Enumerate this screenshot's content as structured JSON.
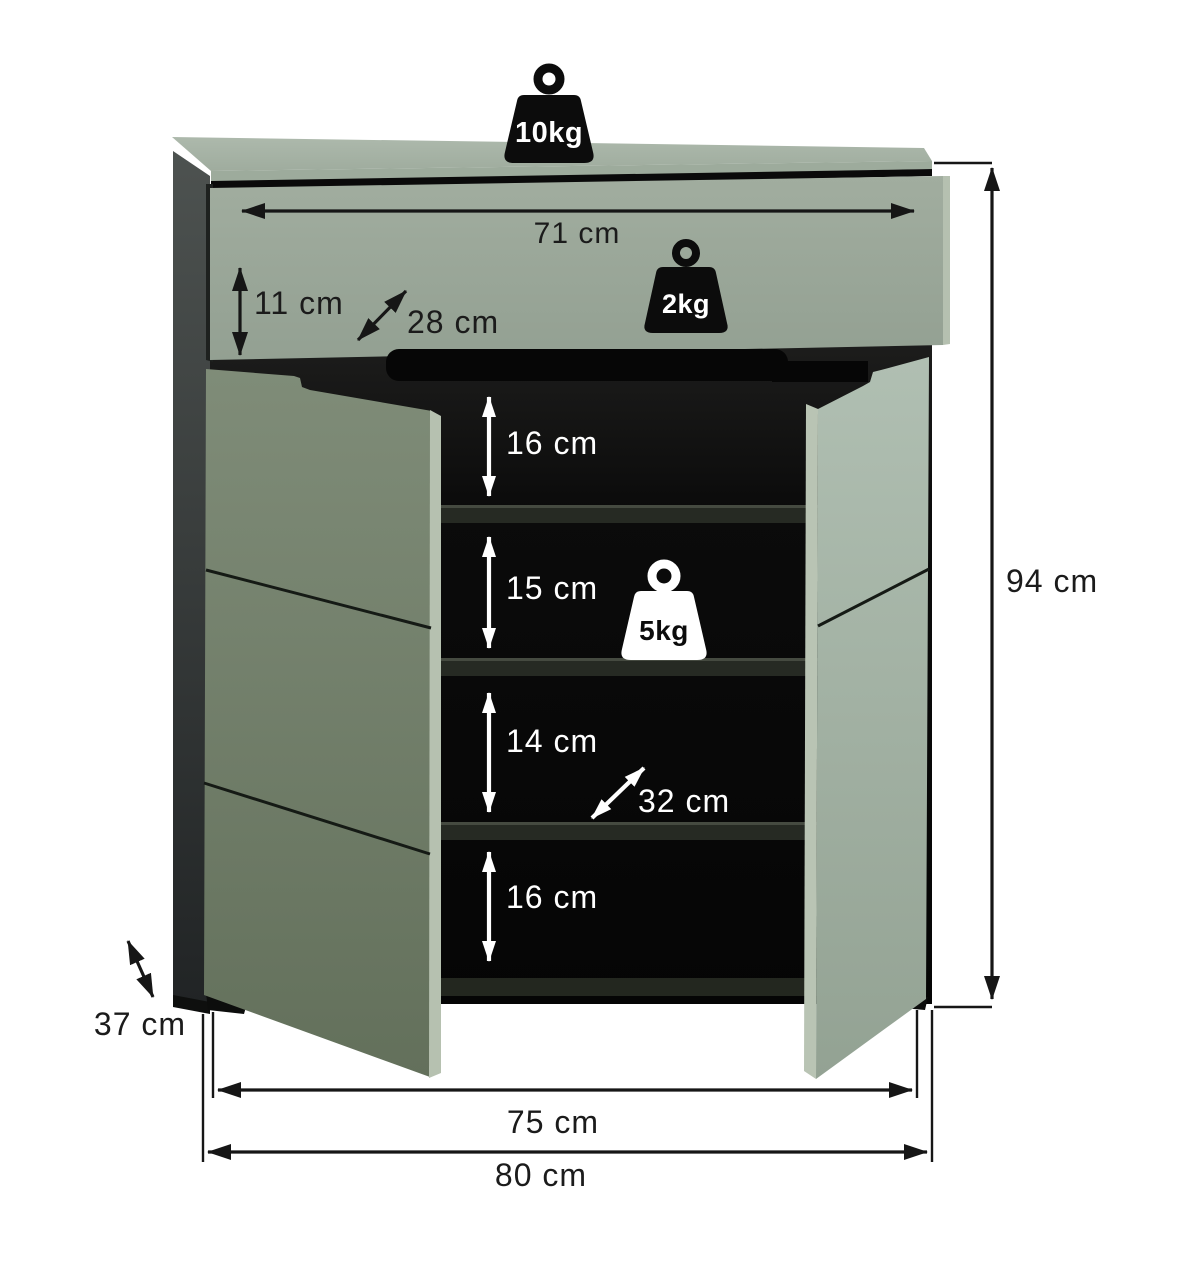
{
  "diagram": {
    "kind": "furniture-dimension-diagram",
    "colors": {
      "front_green": "#9aa79a",
      "door_left_green": "#71806a",
      "door_right_green": "#a5b4a6",
      "carcass_dark": "#3a3e3c",
      "interior_black": "#0a0a0a",
      "annotation_black": "#1b1b1b",
      "annotation_white": "#ffffff",
      "background": "#ffffff"
    }
  },
  "load_capacities": {
    "top": "10kg",
    "drawer": "2kg",
    "shelf": "5kg"
  },
  "dimensions": {
    "drawer_inner_width": "71 cm",
    "drawer_inner_height": "11 cm",
    "drawer_inner_depth": "28 cm",
    "compartment_1_height": "16 cm",
    "compartment_2_height": "15 cm",
    "compartment_3_height": "14 cm",
    "compartment_4_height": "16 cm",
    "shelf_depth": "32 cm",
    "total_height": "94 cm",
    "total_depth": "37 cm",
    "inner_width": "75 cm",
    "total_width": "80 cm"
  }
}
